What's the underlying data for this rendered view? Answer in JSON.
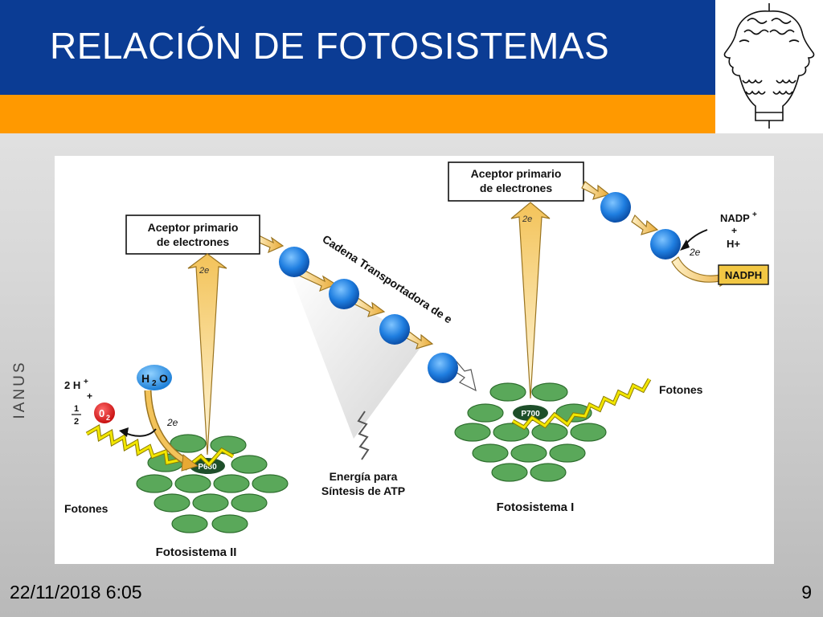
{
  "slide": {
    "title": "RELACIÓN DE FOTOSISTEMAS",
    "side_label": "IANUS",
    "footer_date": "22/11/2018 6:05",
    "page_number": "9"
  },
  "colors": {
    "header_blue": "#0b3c94",
    "header_orange": "#ff9900",
    "electron_carrier": "#1f7ee0",
    "chlorophyll_green": "#5aa85a",
    "photon_yellow": "#f2e600",
    "arrow_gold": "#e8b84a"
  },
  "diagram": {
    "ps2_acceptor_line1": "Aceptor primario",
    "ps2_acceptor_line2": "de electrones",
    "ps1_acceptor_line1": "Aceptor primario",
    "ps1_acceptor_line2": "de electrones",
    "two_e_ps2_arrow": "2e",
    "two_e_ps1_arrow": "2e",
    "two_e_water": "2e",
    "two_e_nadph": "2e",
    "transport_chain_label": "Cadena Transportadora de e",
    "water_h": "H",
    "water_sub": "2",
    "water_o": "O",
    "protons": "2 H",
    "protons_sup": "+",
    "half_num": "1",
    "half_den": "2",
    "plus": "+",
    "oxygen_o": "0",
    "oxygen_sub": "2",
    "p680": "P680",
    "p700": "P700",
    "photons_left": "Fotones",
    "photons_right": "Fotones",
    "energy_line1": "Energía para",
    "energy_line2": "Síntesis de ATP",
    "ps2_label": "Fotosistema II",
    "ps1_label": "Fotosistema I",
    "nadp": "NADP",
    "nadp_sup": "+",
    "nadp_plus": "+",
    "h_plus": "H+",
    "nadph": "NADPH"
  }
}
